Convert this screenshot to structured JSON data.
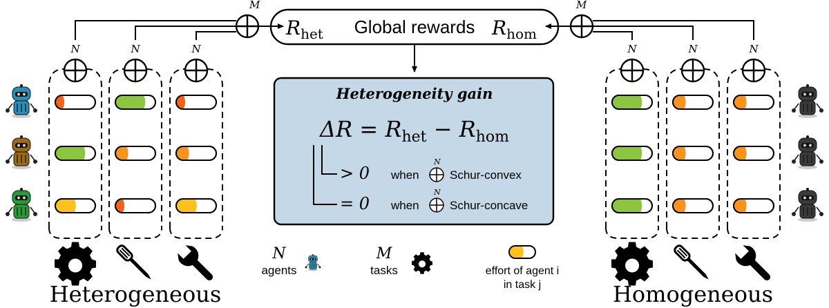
{
  "header": {
    "label": "Global rewards",
    "left_reward": "R",
    "left_reward_sub": "het",
    "right_reward": "R",
    "right_reward_sub": "hom",
    "agg_top_label": "M",
    "agg_col_label": "N"
  },
  "gain_box": {
    "title": "Heterogeneity gain",
    "eq_lhs": "ΔR = R",
    "eq_sub1": "het",
    "eq_mid": " − R",
    "eq_sub2": "hom",
    "case1_rel": "> 0",
    "case1_when": "when",
    "case1_prop": "Schur-convex",
    "case2_rel": "= 0",
    "case2_when": "when",
    "case2_prop": "Schur-concave",
    "op_label": "N",
    "bg_color": "#c5d8e8"
  },
  "panels": {
    "left_title": "Heterogeneous",
    "right_title": "Homogeneous",
    "left_robot_colors": [
      "#2a8fb8",
      "#9a6a1a",
      "#2a9a38"
    ],
    "right_robot_colors": [
      "#3a3a3a",
      "#3a3a3a",
      "#3a3a3a"
    ],
    "left_efforts": [
      [
        {
          "color": "#f06418",
          "fill": 0.18
        },
        {
          "color": "#8cc63f",
          "fill": 0.72
        },
        {
          "color": "#f06418",
          "fill": 0.18
        }
      ],
      [
        {
          "color": "#8cc63f",
          "fill": 0.72
        },
        {
          "color": "#f7941d",
          "fill": 0.28
        },
        {
          "color": "#f7941d",
          "fill": 0.28
        }
      ],
      [
        {
          "color": "#ffc21c",
          "fill": 0.48
        },
        {
          "color": "#f06418",
          "fill": 0.18
        },
        {
          "color": "#ffc21c",
          "fill": 0.48
        }
      ]
    ],
    "right_efforts": [
      [
        {
          "color": "#8cc63f",
          "fill": 0.72
        },
        {
          "color": "#f7941d",
          "fill": 0.28
        },
        {
          "color": "#f7941d",
          "fill": 0.28
        }
      ],
      [
        {
          "color": "#8cc63f",
          "fill": 0.72
        },
        {
          "color": "#f7941d",
          "fill": 0.28
        },
        {
          "color": "#f7941d",
          "fill": 0.28
        }
      ],
      [
        {
          "color": "#8cc63f",
          "fill": 0.72
        },
        {
          "color": "#f7941d",
          "fill": 0.28
        },
        {
          "color": "#f7941d",
          "fill": 0.28
        }
      ]
    ],
    "task_icons": [
      "gear-icon",
      "screwdriver-icon",
      "wrench-icon"
    ]
  },
  "legend": {
    "agents_sym": "N",
    "agents_label": "agents",
    "tasks_sym": "M",
    "tasks_label": "tasks",
    "effort_line1": "effort of agent i",
    "effort_line2": "in task j",
    "effort_color": "#ffc21c"
  }
}
